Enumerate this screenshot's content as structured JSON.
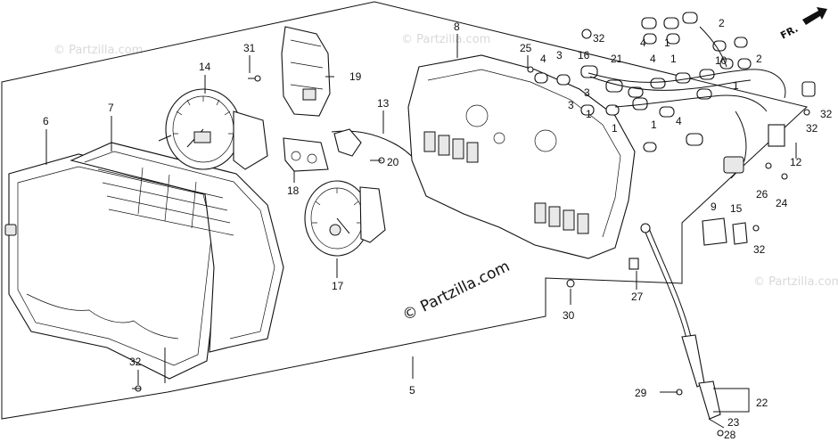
{
  "watermark": "© Partzilla.com",
  "direction_label": "FR.",
  "callouts": [
    "1",
    "2",
    "3",
    "4",
    "5",
    "6",
    "7",
    "8",
    "9",
    "10",
    "12",
    "13",
    "14",
    "15",
    "16",
    "17",
    "18",
    "19",
    "20",
    "21",
    "22",
    "23",
    "24",
    "25",
    "26",
    "27",
    "28",
    "29",
    "30",
    "31",
    "32"
  ],
  "labels": {
    "n1a": "1",
    "n1b": "1",
    "n1c": "1",
    "n1d": "1",
    "n1e": "1",
    "n1f": "1",
    "n2a": "2",
    "n2b": "2",
    "n3a": "3",
    "n3b": "3",
    "n3c": "3",
    "n4a": "4",
    "n4b": "4",
    "n4c": "4",
    "n4d": "4",
    "n5": "5",
    "n6": "6",
    "n7": "7",
    "n8": "8",
    "n9": "9",
    "n10": "10",
    "n12": "12",
    "n13": "13",
    "n14": "14",
    "n15": "15",
    "n16": "16",
    "n17": "17",
    "n18": "18",
    "n19": "19",
    "n20": "20",
    "n21": "21",
    "n22": "22",
    "n23": "23",
    "n24": "24",
    "n25": "25",
    "n26": "26",
    "n27": "27",
    "n28": "28",
    "n29": "29",
    "n30": "30",
    "n31": "31",
    "n32a": "32",
    "n32b": "32",
    "n32c": "32",
    "n32d": "32",
    "n32e": "32"
  }
}
